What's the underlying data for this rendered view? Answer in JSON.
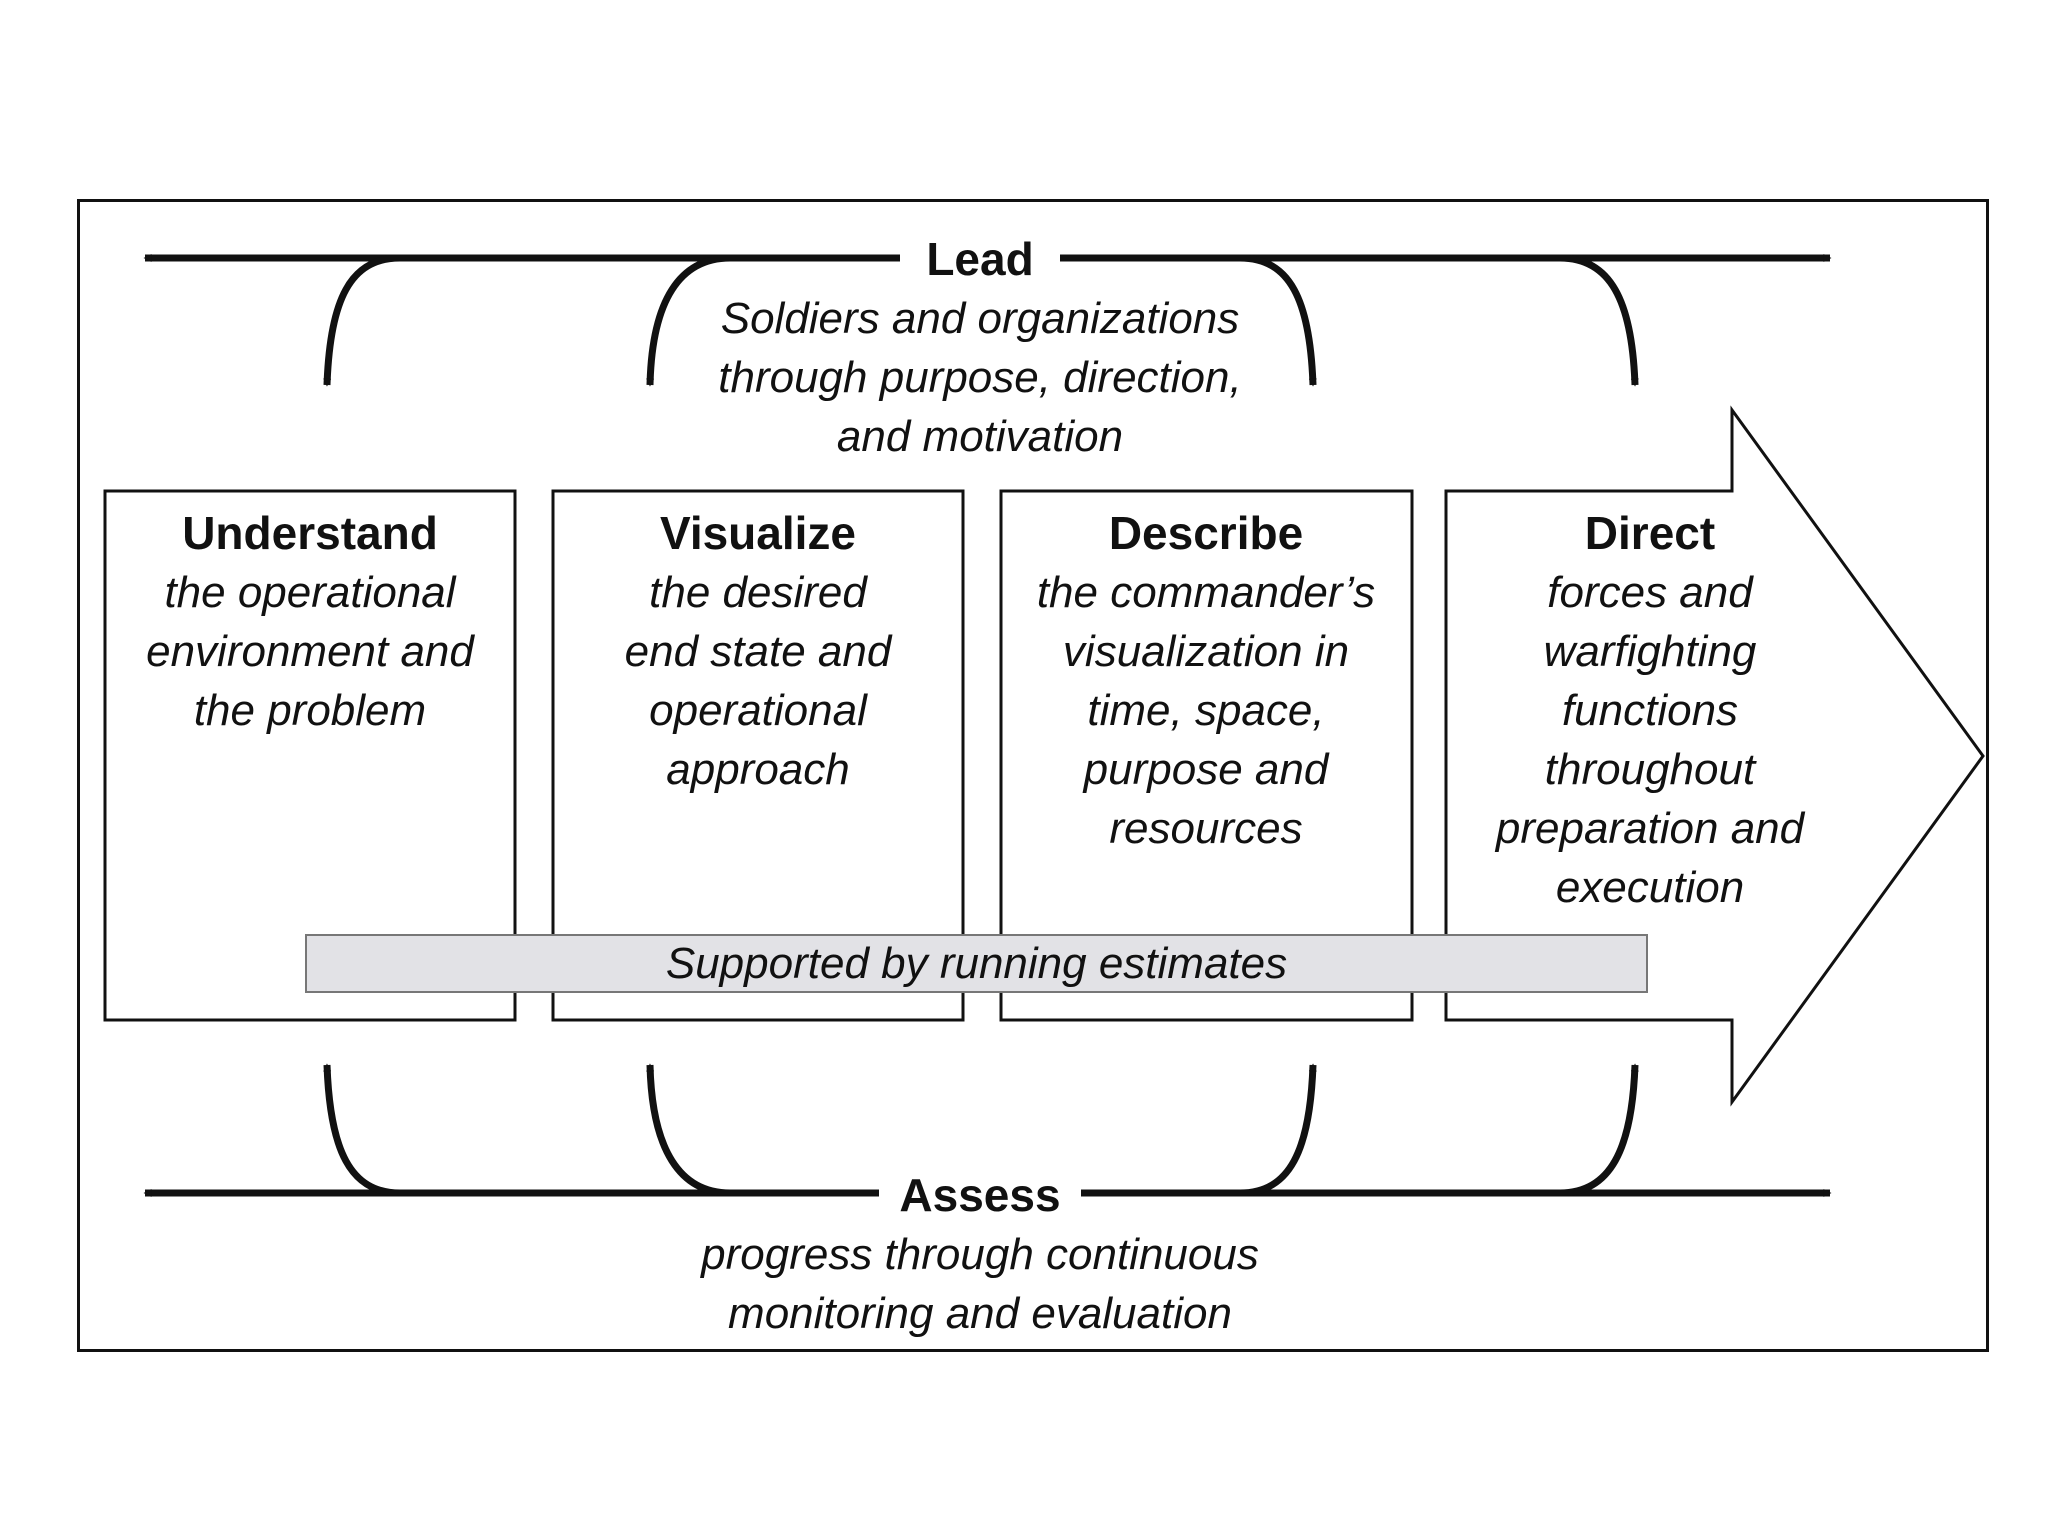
{
  "lead": {
    "heading": "Lead",
    "lines": [
      "Soldiers and organizations",
      "through purpose, direction,",
      "and motivation"
    ]
  },
  "activities": [
    {
      "heading": "Understand",
      "lines": [
        "the operational",
        "environment and",
        "the problem"
      ]
    },
    {
      "heading": "Visualize",
      "lines": [
        "the desired",
        "end state and",
        "operational",
        "approach"
      ]
    },
    {
      "heading": "Describe",
      "lines": [
        "the commander’s",
        "visualization in",
        "time, space,",
        "purpose and",
        "resources"
      ]
    },
    {
      "heading": "Direct",
      "lines": [
        "forces and",
        "warfighting",
        "functions",
        "throughout",
        "preparation and",
        "execution"
      ]
    }
  ],
  "estimates": {
    "label": "Supported by running estimates"
  },
  "assess": {
    "heading": "Assess",
    "lines": [
      "progress through continuous",
      "monitoring and evaluation"
    ]
  },
  "colors": {
    "stroke": "#111111",
    "estimates_fill": "#e2e2e6"
  }
}
